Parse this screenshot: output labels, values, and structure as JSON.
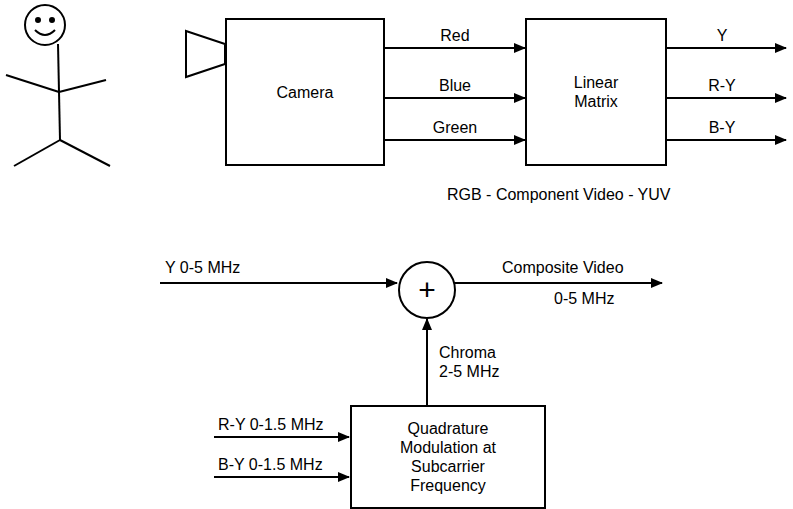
{
  "diagram": {
    "caption": "RGB - Component Video - YUV",
    "nodes": [
      {
        "text": [
          "Camera"
        ]
      },
      {
        "text": [
          "Linear Matrix"
        ]
      },
      {
        "text": [
          "+"
        ]
      },
      {
        "text": [
          "Quadrature Modulation at Subcarrier Frequency"
        ]
      }
    ],
    "edges": [
      {
        "from": 0,
        "to": 1,
        "label": "Red",
        "arrow": "to"
      },
      {
        "from": 0,
        "to": 1,
        "label": "Blue",
        "arrow": "to"
      },
      {
        "from": 0,
        "to": 1,
        "label": "Green",
        "arrow": "to"
      },
      {
        "from": 3,
        "to": 2,
        "label": "Chroma 2-5 MHz",
        "arrow": "to"
      }
    ],
    "labels": [
      "Y",
      "R-Y",
      "B-Y",
      "Y 0-5 MHz",
      "Composite Video",
      "0-5 MHz",
      "R-Y 0-1.5 MHz",
      "B-Y 0-1.5 MHz"
    ]
  }
}
